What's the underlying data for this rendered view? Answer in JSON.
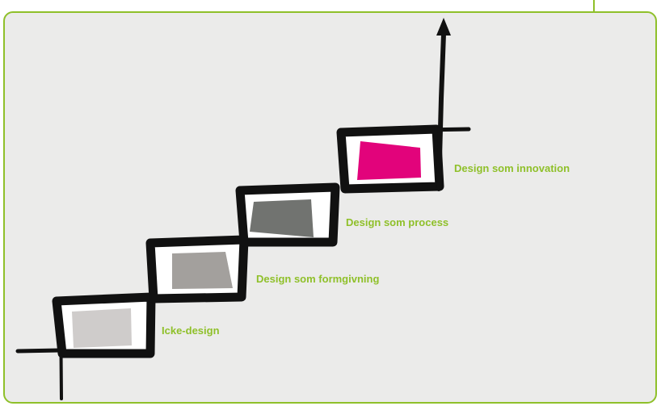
{
  "diagram": {
    "steps": [
      {
        "label": "Icke-design",
        "fill": "#cfcccb"
      },
      {
        "label": "Design som formgivning",
        "fill": "#a3a09d"
      },
      {
        "label": "Design som process",
        "fill": "#717370"
      },
      {
        "label": "Design som innovation",
        "fill": "#e2037b"
      }
    ],
    "label_color": "#8fc02a",
    "line_color": "#111111",
    "background": "#ebebea",
    "border_color": "#8fc02a"
  }
}
